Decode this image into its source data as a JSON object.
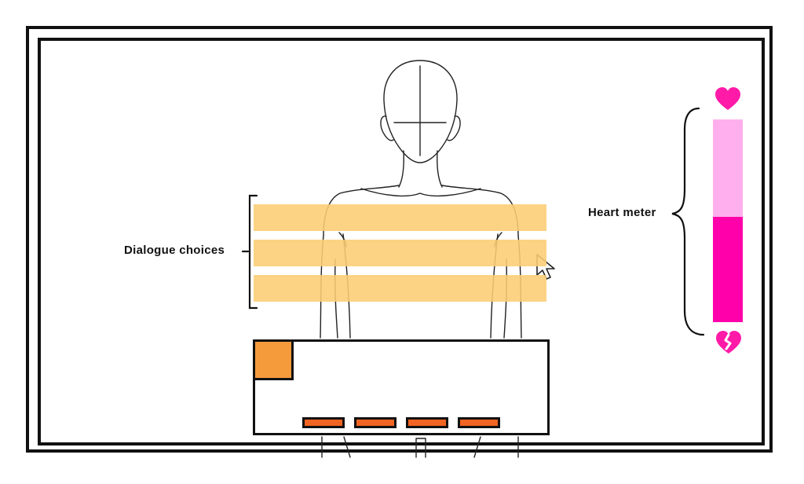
{
  "annotations": {
    "dialogue_choices_label": "Dialogue choices",
    "heart_meter_label": "Heart meter"
  },
  "dialogue_choices": [
    "",
    "",
    ""
  ],
  "dialogue_box": {
    "option_buttons": [
      "",
      "",
      "",
      ""
    ]
  },
  "heart_meter": {
    "fill_fraction": 0.52,
    "icons": {
      "top": "heart-icon",
      "bottom": "broken-heart-icon"
    }
  },
  "colors": {
    "choice_highlight": "#fccd73",
    "portrait": "#f59b3c",
    "option_button": "#f26422",
    "meter_empty": "#ffafee",
    "meter_fill": "#ff00aa",
    "heart": "#ff1aa8"
  }
}
